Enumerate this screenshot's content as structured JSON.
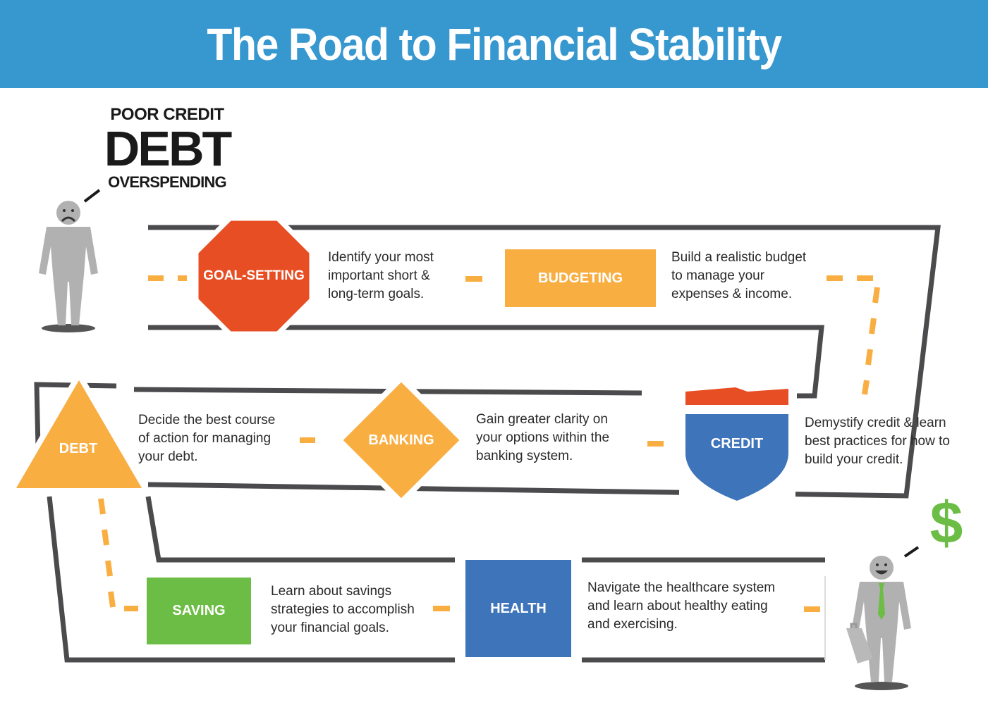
{
  "title": "The Road to Financial Stability",
  "problems": {
    "top": "POOR CREDIT",
    "main": "DEBT",
    "bottom": "OVERSPENDING"
  },
  "steps": [
    {
      "label": "GOAL-SETTING",
      "shape": "octagon",
      "color": "#e84e24",
      "description": "Identify your most\nimportant short &\nlong-term goals."
    },
    {
      "label": "BUDGETING",
      "shape": "rectangle",
      "color": "#f9ae42",
      "description": "Build a realistic budget\nto manage your\nexpenses & income."
    },
    {
      "label": "CREDIT",
      "shape": "shield",
      "color": "#3e74b9",
      "description": "Demystify credit & learn\nbest practices for how to\nbuild your credit."
    },
    {
      "label": "BANKING",
      "shape": "diamond",
      "color": "#f9ae42",
      "description": "Gain greater clarity on\nyour options within the\nbanking system."
    },
    {
      "label": "DEBT",
      "shape": "triangle",
      "color": "#f9ae42",
      "description": "Decide the best course\nof action for managing\nyour debt."
    },
    {
      "label": "SAVING",
      "shape": "rectangle",
      "color": "#6cbd45",
      "description": "Learn about savings\nstrategies to accomplish\nyour financial goals."
    },
    {
      "label": "HEALTH",
      "shape": "rectangle",
      "color": "#3e74b9",
      "description": "Navigate the healthcare system\nand learn about healthy eating\nand exercising."
    }
  ],
  "success_symbol": "$",
  "colors": {
    "header": "#3797cf",
    "road": "#4b4b4d",
    "dash": "#f9ae42",
    "person": "#b1b1b1",
    "tie": "#6cbd45",
    "dollar": "#6cbd45"
  },
  "icons": [
    "sad-person-icon",
    "happy-businessman-icon",
    "briefcase-icon",
    "dollar-sign-icon"
  ]
}
